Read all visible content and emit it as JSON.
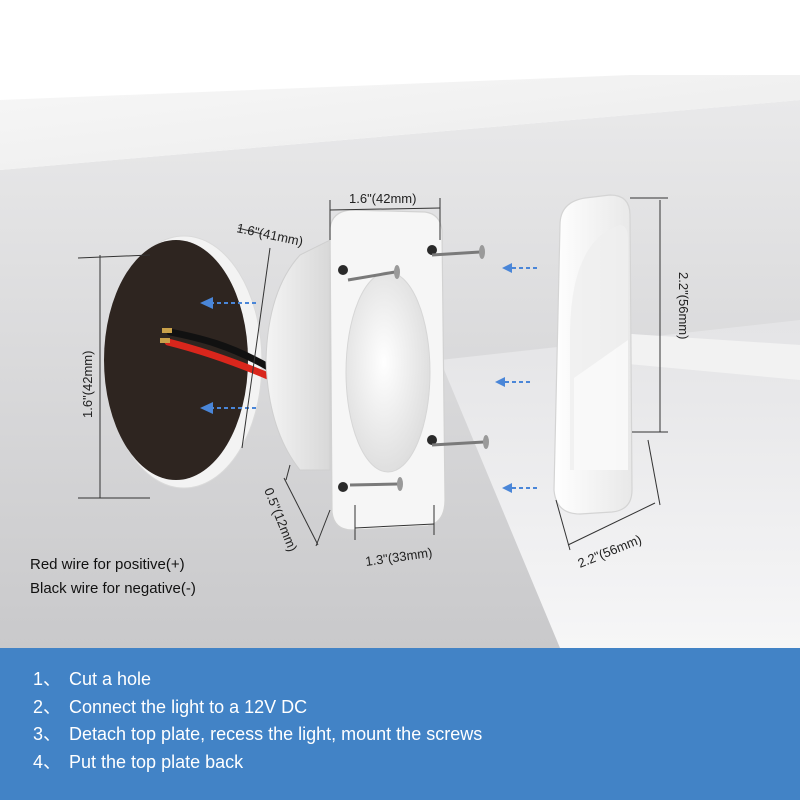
{
  "dimensions": {
    "hole_height": "1.6\"(42mm)",
    "body_diameter": "1.6\"(41mm)",
    "body_depth": "0.5\"(12mm)",
    "base_width": "1.6\"(42mm)",
    "lens_width": "1.3\"(33mm)",
    "cover_height": "2.2\"(56mm)",
    "cover_width": "2.2\"(56mm)"
  },
  "wire_note": {
    "red": "Red wire for positive(+)",
    "black": "Black wire for negative(-)"
  },
  "steps": [
    {
      "num": "1、",
      "text": "Cut a hole"
    },
    {
      "num": "2、",
      "text": "Connect the light to a 12V DC"
    },
    {
      "num": "3、",
      "text": "Detach top plate, recess the light, mount the screws"
    },
    {
      "num": "4、",
      "text": "Put the top plate back"
    }
  ],
  "colors": {
    "instruction_band": "#4283c6",
    "arrow": "#4a86d8",
    "hole": "#2e2520",
    "wire_red": "#d9261c",
    "wire_black": "#111111"
  }
}
